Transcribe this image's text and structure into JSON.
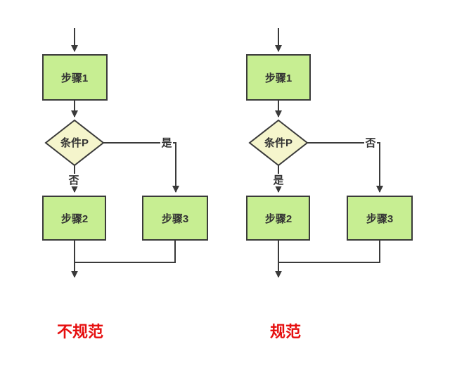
{
  "background": "#ffffff",
  "colors": {
    "process_fill": "#c7ee92",
    "decision_fill": "#f5f5cc",
    "shape_stroke": "#3a3a3a",
    "line_color": "#3a3a3a",
    "shape_text_color": "#333333",
    "caption_color": "#e60f0f"
  },
  "charts": [
    {
      "id": "non-standard-flowchart",
      "step1": "步骤1",
      "condition": "条件P",
      "right_branch_label": "是",
      "down_branch_label": "否",
      "step2": "步骤2",
      "step3": "步骤3",
      "caption": "不规范"
    },
    {
      "id": "standard-flowchart",
      "step1": "步骤1",
      "condition": "条件P",
      "right_branch_label": "否",
      "down_branch_label": "是",
      "step2": "步骤2",
      "step3": "步骤3",
      "caption": "规范"
    }
  ]
}
